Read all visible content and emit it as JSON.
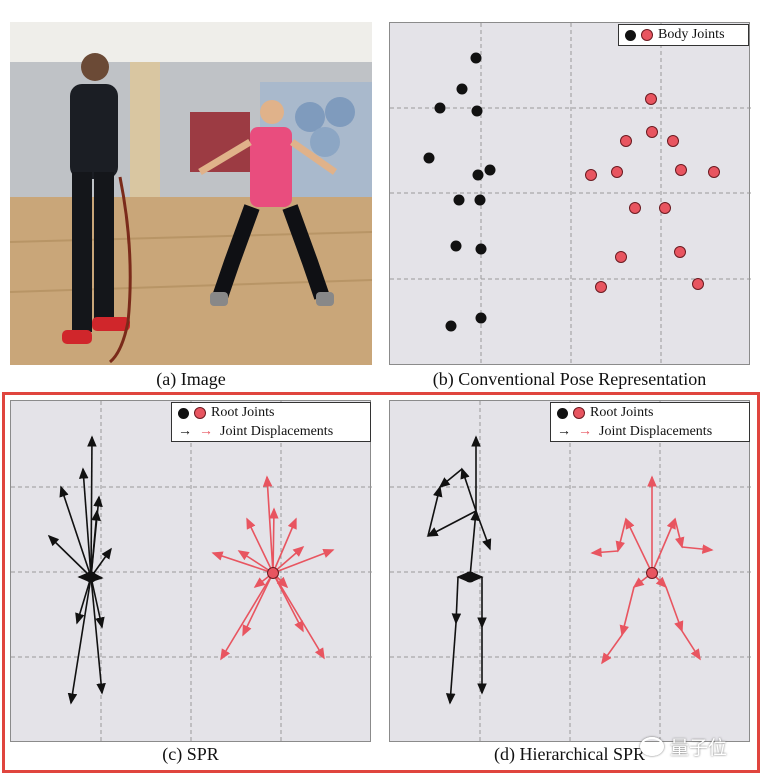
{
  "captions": {
    "a": "(a) Image",
    "b": "(b) Conventional Pose Representation",
    "c": "(c) SPR",
    "d": "(d) Hierarchical SPR"
  },
  "legends": {
    "body_joints": "Body Joints",
    "root_joints": "Root Joints",
    "joint_displacements": "Joint Displacements"
  },
  "watermark": "量子位",
  "colors": {
    "black_person": "#111111",
    "red_person": "#e85560",
    "highlight_frame": "#e0453e",
    "panel_bg": "#e4e3e8"
  }
}
